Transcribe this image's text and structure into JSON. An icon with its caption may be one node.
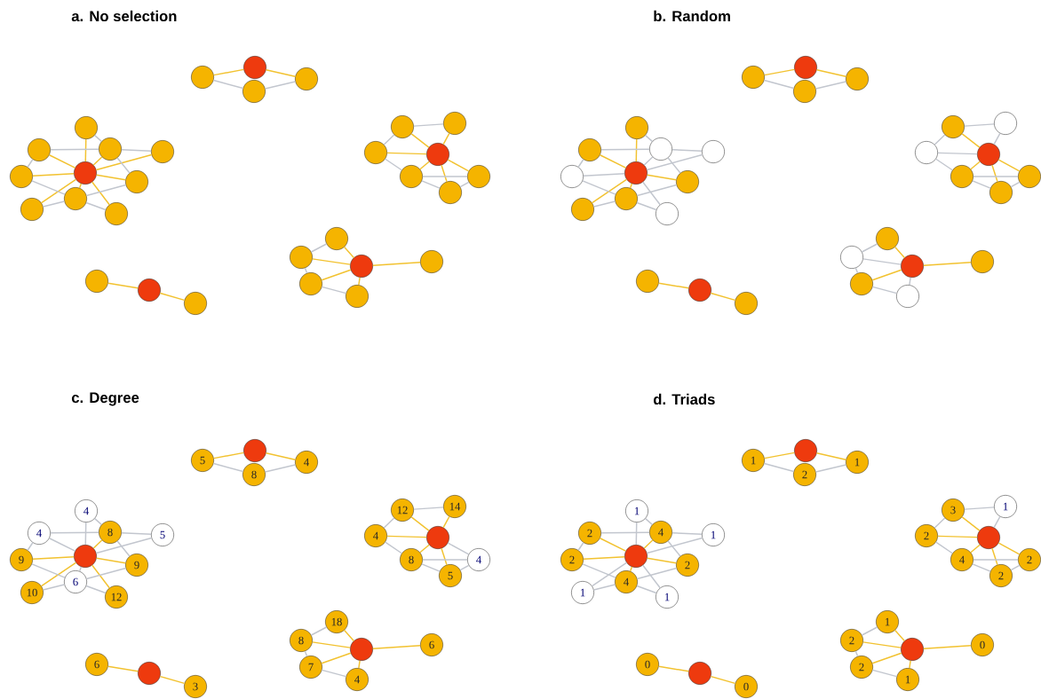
{
  "diagram": {
    "labels": [
      "a. No selection",
      "b. Random",
      "c. Degree",
      "d. Triads"
    ],
    "nodes": [
      {
        "text": [],
        "shape": "circle"
      },
      {
        "text": [],
        "shape": "circle"
      },
      {
        "text": [],
        "shape": "circle"
      },
      {
        "text": [],
        "shape": "circle"
      },
      {
        "text": [],
        "shape": "circle"
      },
      {
        "text": [],
        "shape": "circle"
      },
      {
        "text": [],
        "shape": "circle"
      },
      {
        "text": [],
        "shape": "circle"
      },
      {
        "text": [],
        "shape": "circle"
      },
      {
        "text": [],
        "shape": "circle"
      },
      {
        "text": [],
        "shape": "circle"
      },
      {
        "text": [],
        "shape": "circle"
      },
      {
        "text": [],
        "shape": "circle"
      },
      {
        "text": [],
        "shape": "circle"
      },
      {
        "text": [],
        "shape": "circle"
      },
      {
        "text": [],
        "shape": "circle"
      },
      {
        "text": [],
        "shape": "circle"
      },
      {
        "text": [],
        "shape": "circle"
      },
      {
        "text": [],
        "shape": "circle"
      },
      {
        "text": [],
        "shape": "circle"
      },
      {
        "text": [],
        "shape": "circle"
      },
      {
        "text": [],
        "shape": "circle"
      },
      {
        "text": [],
        "shape": "circle"
      },
      {
        "text": [],
        "shape": "circle"
      },
      {
        "text": [],
        "shape": "circle"
      },
      {
        "text": [],
        "shape": "circle"
      },
      {
        "text": [],
        "shape": "circle"
      },
      {
        "text": [],
        "shape": "circle"
      },
      {
        "text": [],
        "shape": "circle"
      },
      {
        "text": [],
        "shape": "circle"
      },
      {
        "text": [],
        "shape": "circle"
      },
      {
        "text": [],
        "shape": "circle"
      },
      {
        "text": [],
        "shape": "circle"
      },
      {
        "text": [],
        "shape": "circle"
      },
      {
        "text": [],
        "shape": "circle"
      },
      {
        "text": [],
        "shape": "circle"
      },
      {
        "text": [],
        "shape": "circle"
      },
      {
        "text": [],
        "shape": "circle"
      },
      {
        "text": [],
        "shape": "circle"
      },
      {
        "text": [],
        "shape": "circle"
      },
      {
        "text": [],
        "shape": "circle"
      },
      {
        "text": [],
        "shape": "circle"
      },
      {
        "text": [],
        "shape": "circle"
      },
      {
        "text": [],
        "shape": "circle"
      },
      {
        "text": [],
        "shape": "circle"
      },
      {
        "text": [],
        "shape": "circle"
      },
      {
        "text": [],
        "shape": "circle"
      },
      {
        "text": [],
        "shape": "circle"
      },
      {
        "text": [],
        "shape": "circle"
      },
      {
        "text": [],
        "shape": "circle"
      },
      {
        "text": [],
        "shape": "circle"
      },
      {
        "text": [],
        "shape": "circle"
      },
      {
        "text": [],
        "shape": "circle"
      },
      {
        "text": [],
        "shape": "circle"
      },
      {
        "text": [],
        "shape": "circle"
      },
      {
        "text": [],
        "shape": "circle"
      },
      {
        "text": [],
        "shape": "circle"
      },
      {
        "text": [],
        "shape": "circle"
      },
      {
        "text": [],
        "shape": "circle"
      },
      {
        "text": [],
        "shape": "circle"
      },
      {
        "text": [],
        "shape": "circle"
      },
      {
        "text": [
          "5"
        ]
      },
      {
        "text": [
          "8"
        ]
      },
      {
        "text": [
          "4"
        ]
      },
      {
        "text": [],
        "shape": "circle"
      },
      {
        "text": [
          "4"
        ]
      },
      {
        "text": [
          "4"
        ]
      },
      {
        "text": [
          "8"
        ]
      },
      {
        "text": [
          "5"
        ]
      },
      {
        "text": [
          "9"
        ]
      },
      {
        "text": [
          "9"
        ]
      },
      {
        "text": [
          "6"
        ]
      },
      {
        "text": [
          "10"
        ]
      },
      {
        "text": [
          "12"
        ]
      },
      {
        "text": [],
        "shape": "circle"
      },
      {
        "text": [
          "12"
        ]
      },
      {
        "text": [
          "14"
        ]
      },
      {
        "text": [
          "4"
        ]
      },
      {
        "text": [
          "8"
        ]
      },
      {
        "text": [
          "4"
        ]
      },
      {
        "text": [
          "5"
        ]
      },
      {
        "text": [],
        "shape": "circle"
      },
      {
        "text": [
          "6"
        ]
      },
      {
        "text": [
          "3"
        ]
      },
      {
        "text": [],
        "shape": "circle"
      },
      {
        "text": [
          "18"
        ]
      },
      {
        "text": [
          "8"
        ]
      },
      {
        "text": [
          "6"
        ]
      },
      {
        "text": [
          "7"
        ]
      },
      {
        "text": [
          "4"
        ]
      },
      {
        "text": [],
        "shape": "circle"
      },
      {
        "text": [
          "1"
        ]
      },
      {
        "text": [
          "2"
        ]
      },
      {
        "text": [
          "1"
        ]
      },
      {
        "text": [],
        "shape": "circle"
      },
      {
        "text": [
          "1"
        ]
      },
      {
        "text": [
          "2"
        ]
      },
      {
        "text": [
          "4"
        ]
      },
      {
        "text": [
          "1"
        ]
      },
      {
        "text": [
          "2"
        ]
      },
      {
        "text": [
          "2"
        ]
      },
      {
        "text": [
          "4"
        ]
      },
      {
        "text": [
          "1"
        ]
      },
      {
        "text": [
          "1"
        ]
      },
      {
        "text": [],
        "shape": "circle"
      },
      {
        "text": [
          "3"
        ]
      },
      {
        "text": [
          "1"
        ]
      },
      {
        "text": [
          "2"
        ]
      },
      {
        "text": [
          "4"
        ]
      },
      {
        "text": [
          "2"
        ]
      },
      {
        "text": [
          "2"
        ]
      },
      {
        "text": [],
        "shape": "circle"
      },
      {
        "text": [
          "0"
        ]
      },
      {
        "text": [
          "0"
        ]
      },
      {
        "text": [],
        "shape": "circle"
      },
      {
        "text": [
          "1"
        ]
      },
      {
        "text": [
          "2"
        ]
      },
      {
        "text": [
          "0"
        ]
      },
      {
        "text": [
          "2"
        ]
      },
      {
        "text": [
          "1"
        ]
      }
    ],
    "edges": [
      {
        "from": 0,
        "to": 1,
        "arrow": "none",
        "color": "#f2c230"
      },
      {
        "from": 0,
        "to": 3,
        "arrow": "none",
        "color": "#f2c230"
      },
      {
        "from": 1,
        "to": 2,
        "arrow": "none"
      },
      {
        "from": 2,
        "to": 3,
        "arrow": "none"
      },
      {
        "from": 4,
        "to": 5,
        "arrow": "none",
        "color": "#f2c230"
      },
      {
        "from": 4,
        "to": 6,
        "arrow": "none",
        "color": "#f2c230"
      },
      {
        "from": 4,
        "to": 7,
        "arrow": "none",
        "color": "#f2c230"
      },
      {
        "from": 4,
        "to": 8,
        "arrow": "none",
        "color": "#f2c230"
      },
      {
        "from": 4,
        "to": 9,
        "arrow": "none",
        "color": "#f2c230"
      },
      {
        "from": 4,
        "to": 10,
        "arrow": "none",
        "color": "#f2c230"
      },
      {
        "from": 4,
        "to": 11,
        "arrow": "none",
        "color": "#f2c230"
      },
      {
        "from": 4,
        "to": 12,
        "arrow": "none",
        "color": "#f2c230"
      },
      {
        "from": 4,
        "to": 13,
        "arrow": "none",
        "color": "#f2c230"
      },
      {
        "from": 5,
        "to": 7,
        "arrow": "none"
      },
      {
        "from": 6,
        "to": 7,
        "arrow": "none"
      },
      {
        "from": 7,
        "to": 8,
        "arrow": "none"
      },
      {
        "from": 6,
        "to": 9,
        "arrow": "none"
      },
      {
        "from": 7,
        "to": 10,
        "arrow": "none"
      },
      {
        "from": 9,
        "to": 11,
        "arrow": "none"
      },
      {
        "from": 11,
        "to": 10,
        "arrow": "none"
      },
      {
        "from": 11,
        "to": 13,
        "arrow": "none"
      },
      {
        "from": 12,
        "to": 11,
        "arrow": "none"
      },
      {
        "from": 14,
        "to": 15,
        "arrow": "none",
        "color": "#f2c230"
      },
      {
        "from": 14,
        "to": 16,
        "arrow": "none",
        "color": "#f2c230"
      },
      {
        "from": 14,
        "to": 17,
        "arrow": "none",
        "color": "#f2c230"
      },
      {
        "from": 14,
        "to": 18,
        "arrow": "none",
        "color": "#f2c230"
      },
      {
        "from": 14,
        "to": 19,
        "arrow": "none",
        "color": "#f2c230"
      },
      {
        "from": 14,
        "to": 20,
        "arrow": "none",
        "color": "#f2c230"
      },
      {
        "from": 15,
        "to": 16,
        "arrow": "none"
      },
      {
        "from": 15,
        "to": 17,
        "arrow": "none"
      },
      {
        "from": 17,
        "to": 18,
        "arrow": "none"
      },
      {
        "from": 18,
        "to": 19,
        "arrow": "none"
      },
      {
        "from": 18,
        "to": 20,
        "arrow": "none"
      },
      {
        "from": 20,
        "to": 19,
        "arrow": "none"
      },
      {
        "from": 21,
        "to": 22,
        "arrow": "none",
        "color": "#f2c230"
      },
      {
        "from": 21,
        "to": 23,
        "arrow": "none",
        "color": "#f2c230"
      },
      {
        "from": 24,
        "to": 25,
        "arrow": "none",
        "color": "#f2c230"
      },
      {
        "from": 24,
        "to": 26,
        "arrow": "none",
        "color": "#f2c230"
      },
      {
        "from": 24,
        "to": 27,
        "arrow": "none",
        "color": "#f2c230"
      },
      {
        "from": 24,
        "to": 28,
        "arrow": "none",
        "color": "#f2c230"
      },
      {
        "from": 24,
        "to": 29,
        "arrow": "none",
        "color": "#f2c230"
      },
      {
        "from": 25,
        "to": 26,
        "arrow": "none"
      },
      {
        "from": 26,
        "to": 28,
        "arrow": "none"
      },
      {
        "from": 28,
        "to": 29,
        "arrow": "none"
      },
      {
        "from": 30,
        "to": 31,
        "arrow": "none",
        "color": "#f2c230"
      },
      {
        "from": 30,
        "to": 33,
        "arrow": "none",
        "color": "#f2c230"
      },
      {
        "from": 31,
        "to": 32,
        "arrow": "none"
      },
      {
        "from": 32,
        "to": 33,
        "arrow": "none"
      },
      {
        "from": 34,
        "to": 35,
        "arrow": "none",
        "color": "#f2c230"
      },
      {
        "from": 34,
        "to": 36,
        "arrow": "none",
        "color": "#f2c230"
      },
      {
        "from": 34,
        "to": 37,
        "arrow": "none"
      },
      {
        "from": 34,
        "to": 38,
        "arrow": "none"
      },
      {
        "from": 34,
        "to": 39,
        "arrow": "none"
      },
      {
        "from": 34,
        "to": 40,
        "arrow": "none",
        "color": "#f2c230"
      },
      {
        "from": 34,
        "to": 41,
        "arrow": "none",
        "color": "#f2c230"
      },
      {
        "from": 34,
        "to": 42,
        "arrow": "none",
        "color": "#f2c230"
      },
      {
        "from": 34,
        "to": 43,
        "arrow": "none"
      },
      {
        "from": 35,
        "to": 37,
        "arrow": "none"
      },
      {
        "from": 36,
        "to": 37,
        "arrow": "none"
      },
      {
        "from": 37,
        "to": 38,
        "arrow": "none"
      },
      {
        "from": 36,
        "to": 39,
        "arrow": "none"
      },
      {
        "from": 37,
        "to": 40,
        "arrow": "none"
      },
      {
        "from": 39,
        "to": 41,
        "arrow": "none"
      },
      {
        "from": 41,
        "to": 40,
        "arrow": "none"
      },
      {
        "from": 41,
        "to": 43,
        "arrow": "none"
      },
      {
        "from": 42,
        "to": 41,
        "arrow": "none"
      },
      {
        "from": 44,
        "to": 45,
        "arrow": "none",
        "color": "#f2c230"
      },
      {
        "from": 44,
        "to": 46,
        "arrow": "none"
      },
      {
        "from": 44,
        "to": 47,
        "arrow": "none"
      },
      {
        "from": 44,
        "to": 48,
        "arrow": "none",
        "color": "#f2c230"
      },
      {
        "from": 44,
        "to": 49,
        "arrow": "none",
        "color": "#f2c230"
      },
      {
        "from": 44,
        "to": 50,
        "arrow": "none",
        "color": "#f2c230"
      },
      {
        "from": 45,
        "to": 46,
        "arrow": "none"
      },
      {
        "from": 45,
        "to": 47,
        "arrow": "none"
      },
      {
        "from": 47,
        "to": 48,
        "arrow": "none"
      },
      {
        "from": 48,
        "to": 49,
        "arrow": "none"
      },
      {
        "from": 48,
        "to": 50,
        "arrow": "none"
      },
      {
        "from": 50,
        "to": 49,
        "arrow": "none"
      },
      {
        "from": 51,
        "to": 52,
        "arrow": "none",
        "color": "#f2c230"
      },
      {
        "from": 51,
        "to": 53,
        "arrow": "none",
        "color": "#f2c230"
      },
      {
        "from": 54,
        "to": 55,
        "arrow": "none",
        "color": "#f2c230"
      },
      {
        "from": 54,
        "to": 56,
        "arrow": "none"
      },
      {
        "from": 54,
        "to": 57,
        "arrow": "none",
        "color": "#f2c230"
      },
      {
        "from": 54,
        "to": 58,
        "arrow": "none",
        "color": "#f2c230"
      },
      {
        "from": 54,
        "to": 59,
        "arrow": "none"
      },
      {
        "from": 55,
        "to": 56,
        "arrow": "none"
      },
      {
        "from": 56,
        "to": 58,
        "arrow": "none"
      },
      {
        "from": 58,
        "to": 59,
        "arrow": "none"
      },
      {
        "from": 60,
        "to": 61,
        "arrow": "none",
        "color": "#f2c230"
      },
      {
        "from": 60,
        "to": 63,
        "arrow": "none",
        "color": "#f2c230"
      },
      {
        "from": 61,
        "to": 62,
        "arrow": "none"
      },
      {
        "from": 62,
        "to": 63,
        "arrow": "none"
      },
      {
        "from": 64,
        "to": 65,
        "arrow": "none"
      },
      {
        "from": 64,
        "to": 66,
        "arrow": "none"
      },
      {
        "from": 64,
        "to": 67,
        "arrow": "none",
        "color": "#f2c230"
      },
      {
        "from": 64,
        "to": 68,
        "arrow": "none"
      },
      {
        "from": 64,
        "to": 69,
        "arrow": "none",
        "color": "#f2c230"
      },
      {
        "from": 64,
        "to": 70,
        "arrow": "none",
        "color": "#f2c230"
      },
      {
        "from": 64,
        "to": 71,
        "arrow": "none"
      },
      {
        "from": 64,
        "to": 72,
        "arrow": "none",
        "color": "#f2c230"
      },
      {
        "from": 64,
        "to": 73,
        "arrow": "none",
        "color": "#f2c230"
      },
      {
        "from": 65,
        "to": 67,
        "arrow": "none"
      },
      {
        "from": 66,
        "to": 67,
        "arrow": "none"
      },
      {
        "from": 67,
        "to": 68,
        "arrow": "none"
      },
      {
        "from": 66,
        "to": 69,
        "arrow": "none"
      },
      {
        "from": 67,
        "to": 70,
        "arrow": "none"
      },
      {
        "from": 69,
        "to": 71,
        "arrow": "none"
      },
      {
        "from": 71,
        "to": 70,
        "arrow": "none"
      },
      {
        "from": 71,
        "to": 73,
        "arrow": "none"
      },
      {
        "from": 72,
        "to": 71,
        "arrow": "none"
      },
      {
        "from": 74,
        "to": 75,
        "arrow": "none",
        "color": "#f2c230"
      },
      {
        "from": 74,
        "to": 76,
        "arrow": "none",
        "color": "#f2c230"
      },
      {
        "from": 74,
        "to": 77,
        "arrow": "none",
        "color": "#f2c230"
      },
      {
        "from": 74,
        "to": 78,
        "arrow": "none",
        "color": "#f2c230"
      },
      {
        "from": 74,
        "to": 79,
        "arrow": "none"
      },
      {
        "from": 74,
        "to": 80,
        "arrow": "none",
        "color": "#f2c230"
      },
      {
        "from": 75,
        "to": 76,
        "arrow": "none"
      },
      {
        "from": 75,
        "to": 77,
        "arrow": "none"
      },
      {
        "from": 77,
        "to": 78,
        "arrow": "none"
      },
      {
        "from": 78,
        "to": 79,
        "arrow": "none"
      },
      {
        "from": 78,
        "to": 80,
        "arrow": "none"
      },
      {
        "from": 80,
        "to": 79,
        "arrow": "none"
      },
      {
        "from": 81,
        "to": 82,
        "arrow": "none",
        "color": "#f2c230"
      },
      {
        "from": 81,
        "to": 83,
        "arrow": "none",
        "color": "#f2c230"
      },
      {
        "from": 84,
        "to": 85,
        "arrow": "none",
        "color": "#f2c230"
      },
      {
        "from": 84,
        "to": 86,
        "arrow": "none",
        "color": "#f2c230"
      },
      {
        "from": 84,
        "to": 87,
        "arrow": "none",
        "color": "#f2c230"
      },
      {
        "from": 84,
        "to": 88,
        "arrow": "none",
        "color": "#f2c230"
      },
      {
        "from": 84,
        "to": 89,
        "arrow": "none",
        "color": "#f2c230"
      },
      {
        "from": 85,
        "to": 86,
        "arrow": "none"
      },
      {
        "from": 86,
        "to": 88,
        "arrow": "none"
      },
      {
        "from": 88,
        "to": 89,
        "arrow": "none"
      },
      {
        "from": 90,
        "to": 91,
        "arrow": "none",
        "color": "#f2c230"
      },
      {
        "from": 90,
        "to": 93,
        "arrow": "none",
        "color": "#f2c230"
      },
      {
        "from": 91,
        "to": 92,
        "arrow": "none"
      },
      {
        "from": 92,
        "to": 93,
        "arrow": "none"
      },
      {
        "from": 94,
        "to": 95,
        "arrow": "none"
      },
      {
        "from": 94,
        "to": 96,
        "arrow": "none",
        "color": "#f2c230"
      },
      {
        "from": 94,
        "to": 97,
        "arrow": "none",
        "color": "#f2c230"
      },
      {
        "from": 94,
        "to": 98,
        "arrow": "none"
      },
      {
        "from": 94,
        "to": 99,
        "arrow": "none",
        "color": "#f2c230"
      },
      {
        "from": 94,
        "to": 100,
        "arrow": "none",
        "color": "#f2c230"
      },
      {
        "from": 94,
        "to": 101,
        "arrow": "none",
        "color": "#f2c230"
      },
      {
        "from": 94,
        "to": 102,
        "arrow": "none"
      },
      {
        "from": 94,
        "to": 103,
        "arrow": "none"
      },
      {
        "from": 95,
        "to": 97,
        "arrow": "none"
      },
      {
        "from": 96,
        "to": 97,
        "arrow": "none"
      },
      {
        "from": 97,
        "to": 98,
        "arrow": "none"
      },
      {
        "from": 96,
        "to": 99,
        "arrow": "none"
      },
      {
        "from": 97,
        "to": 100,
        "arrow": "none"
      },
      {
        "from": 99,
        "to": 101,
        "arrow": "none"
      },
      {
        "from": 101,
        "to": 100,
        "arrow": "none"
      },
      {
        "from": 101,
        "to": 103,
        "arrow": "none"
      },
      {
        "from": 102,
        "to": 101,
        "arrow": "none"
      },
      {
        "from": 104,
        "to": 105,
        "arrow": "none",
        "color": "#f2c230"
      },
      {
        "from": 104,
        "to": 106,
        "arrow": "none"
      },
      {
        "from": 104,
        "to": 107,
        "arrow": "none",
        "color": "#f2c230"
      },
      {
        "from": 104,
        "to": 108,
        "arrow": "none",
        "color": "#f2c230"
      },
      {
        "from": 104,
        "to": 109,
        "arrow": "none",
        "color": "#f2c230"
      },
      {
        "from": 104,
        "to": 110,
        "arrow": "none",
        "color": "#f2c230"
      },
      {
        "from": 105,
        "to": 106,
        "arrow": "none"
      },
      {
        "from": 105,
        "to": 107,
        "arrow": "none"
      },
      {
        "from": 107,
        "to": 108,
        "arrow": "none"
      },
      {
        "from": 108,
        "to": 109,
        "arrow": "none"
      },
      {
        "from": 108,
        "to": 110,
        "arrow": "none"
      },
      {
        "from": 110,
        "to": 109,
        "arrow": "none"
      },
      {
        "from": 111,
        "to": 112,
        "arrow": "none",
        "color": "#f2c230"
      },
      {
        "from": 111,
        "to": 113,
        "arrow": "none",
        "color": "#f2c230"
      },
      {
        "from": 114,
        "to": 115,
        "arrow": "none",
        "color": "#f2c230"
      },
      {
        "from": 114,
        "to": 116,
        "arrow": "none",
        "color": "#f2c230"
      },
      {
        "from": 114,
        "to": 117,
        "arrow": "none",
        "color": "#f2c230"
      },
      {
        "from": 114,
        "to": 118,
        "arrow": "none",
        "color": "#f2c230"
      },
      {
        "from": 114,
        "to": 119,
        "arrow": "none",
        "color": "#f2c230"
      },
      {
        "from": 115,
        "to": 116,
        "arrow": "none"
      },
      {
        "from": 116,
        "to": 118,
        "arrow": "none"
      },
      {
        "from": 118,
        "to": 119,
        "arrow": "none"
      }
    ]
  }
}
